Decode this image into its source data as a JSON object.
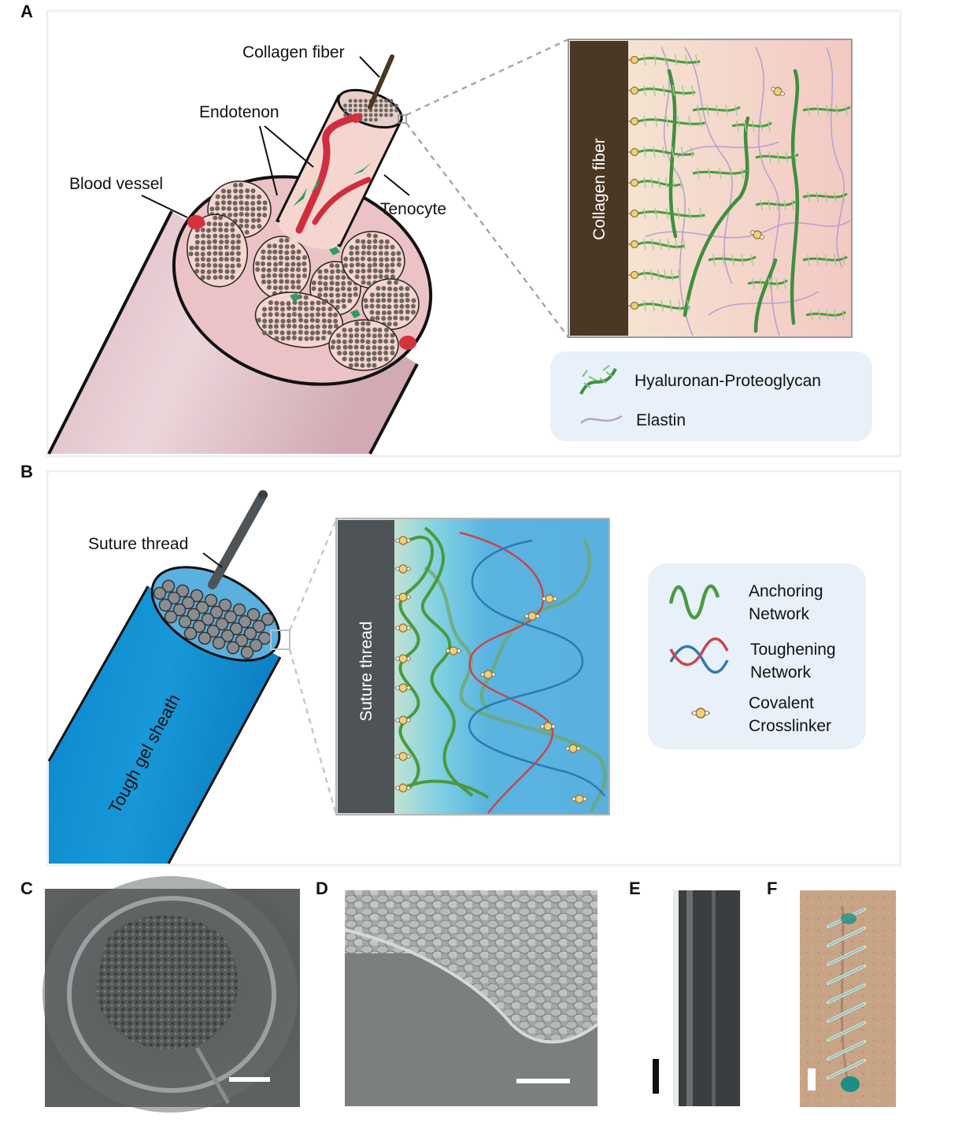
{
  "panels": {
    "a": "A",
    "b": "B",
    "c": "C",
    "d": "D",
    "e": "E",
    "f": "F"
  },
  "panel_a": {
    "collagen_fiber": "Collagen fiber",
    "endotenon": "Endotenon",
    "blood_vessel": "Blood vessel",
    "tenocyte": "Tenocyte",
    "inset_wall": "Collagen fiber",
    "legend": {
      "hyaluronan": "Hyaluronan-Proteoglycan",
      "elastin": "Elastin"
    }
  },
  "panel_b": {
    "suture_thread": "Suture thread",
    "sheath": "Tough gel sheath",
    "inset_wall": "Suture thread",
    "legend": {
      "anchoring_1": "Anchoring",
      "anchoring_2": "Network",
      "toughening_1": "Toughening",
      "toughening_2": "Network",
      "crosslinker_1": "Covalent",
      "crosslinker_2": "Crosslinker"
    }
  },
  "colors": {
    "tendon_pink": "#e8c9cf",
    "fascicle": "#f5d5cd",
    "fibril": "#6e6560",
    "vessel": "#cf2e3e",
    "cell": "#2e9c5c",
    "hyaluronan": "#3f8f3f",
    "elastin": "#b9a0d2",
    "collagen_wall": "#4a3724",
    "sheath_blue": "#1090d4",
    "suture_gray": "#4e5357",
    "anchoring": "#4a9a3e",
    "toughening_red": "#c8464b",
    "toughening_blue": "#2f78b4",
    "crosslinker": "#f3cf78",
    "legend_bg": "#e8f1f9"
  }
}
